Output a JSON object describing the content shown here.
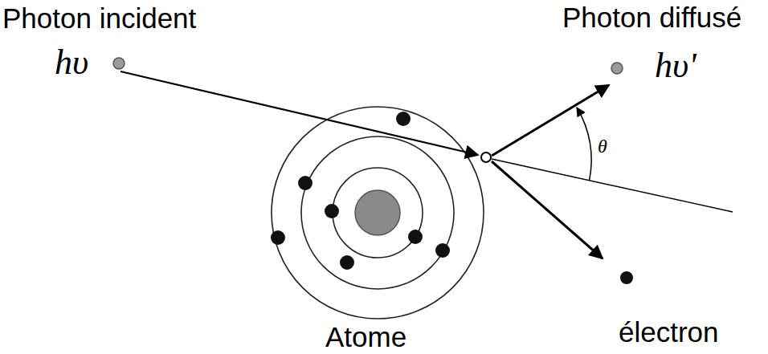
{
  "diagram": {
    "labels": [
      "Photon incident",
      "hυ",
      "Photon diffusé",
      "hυ'",
      "θ",
      "électron",
      "Atome"
    ]
  }
}
